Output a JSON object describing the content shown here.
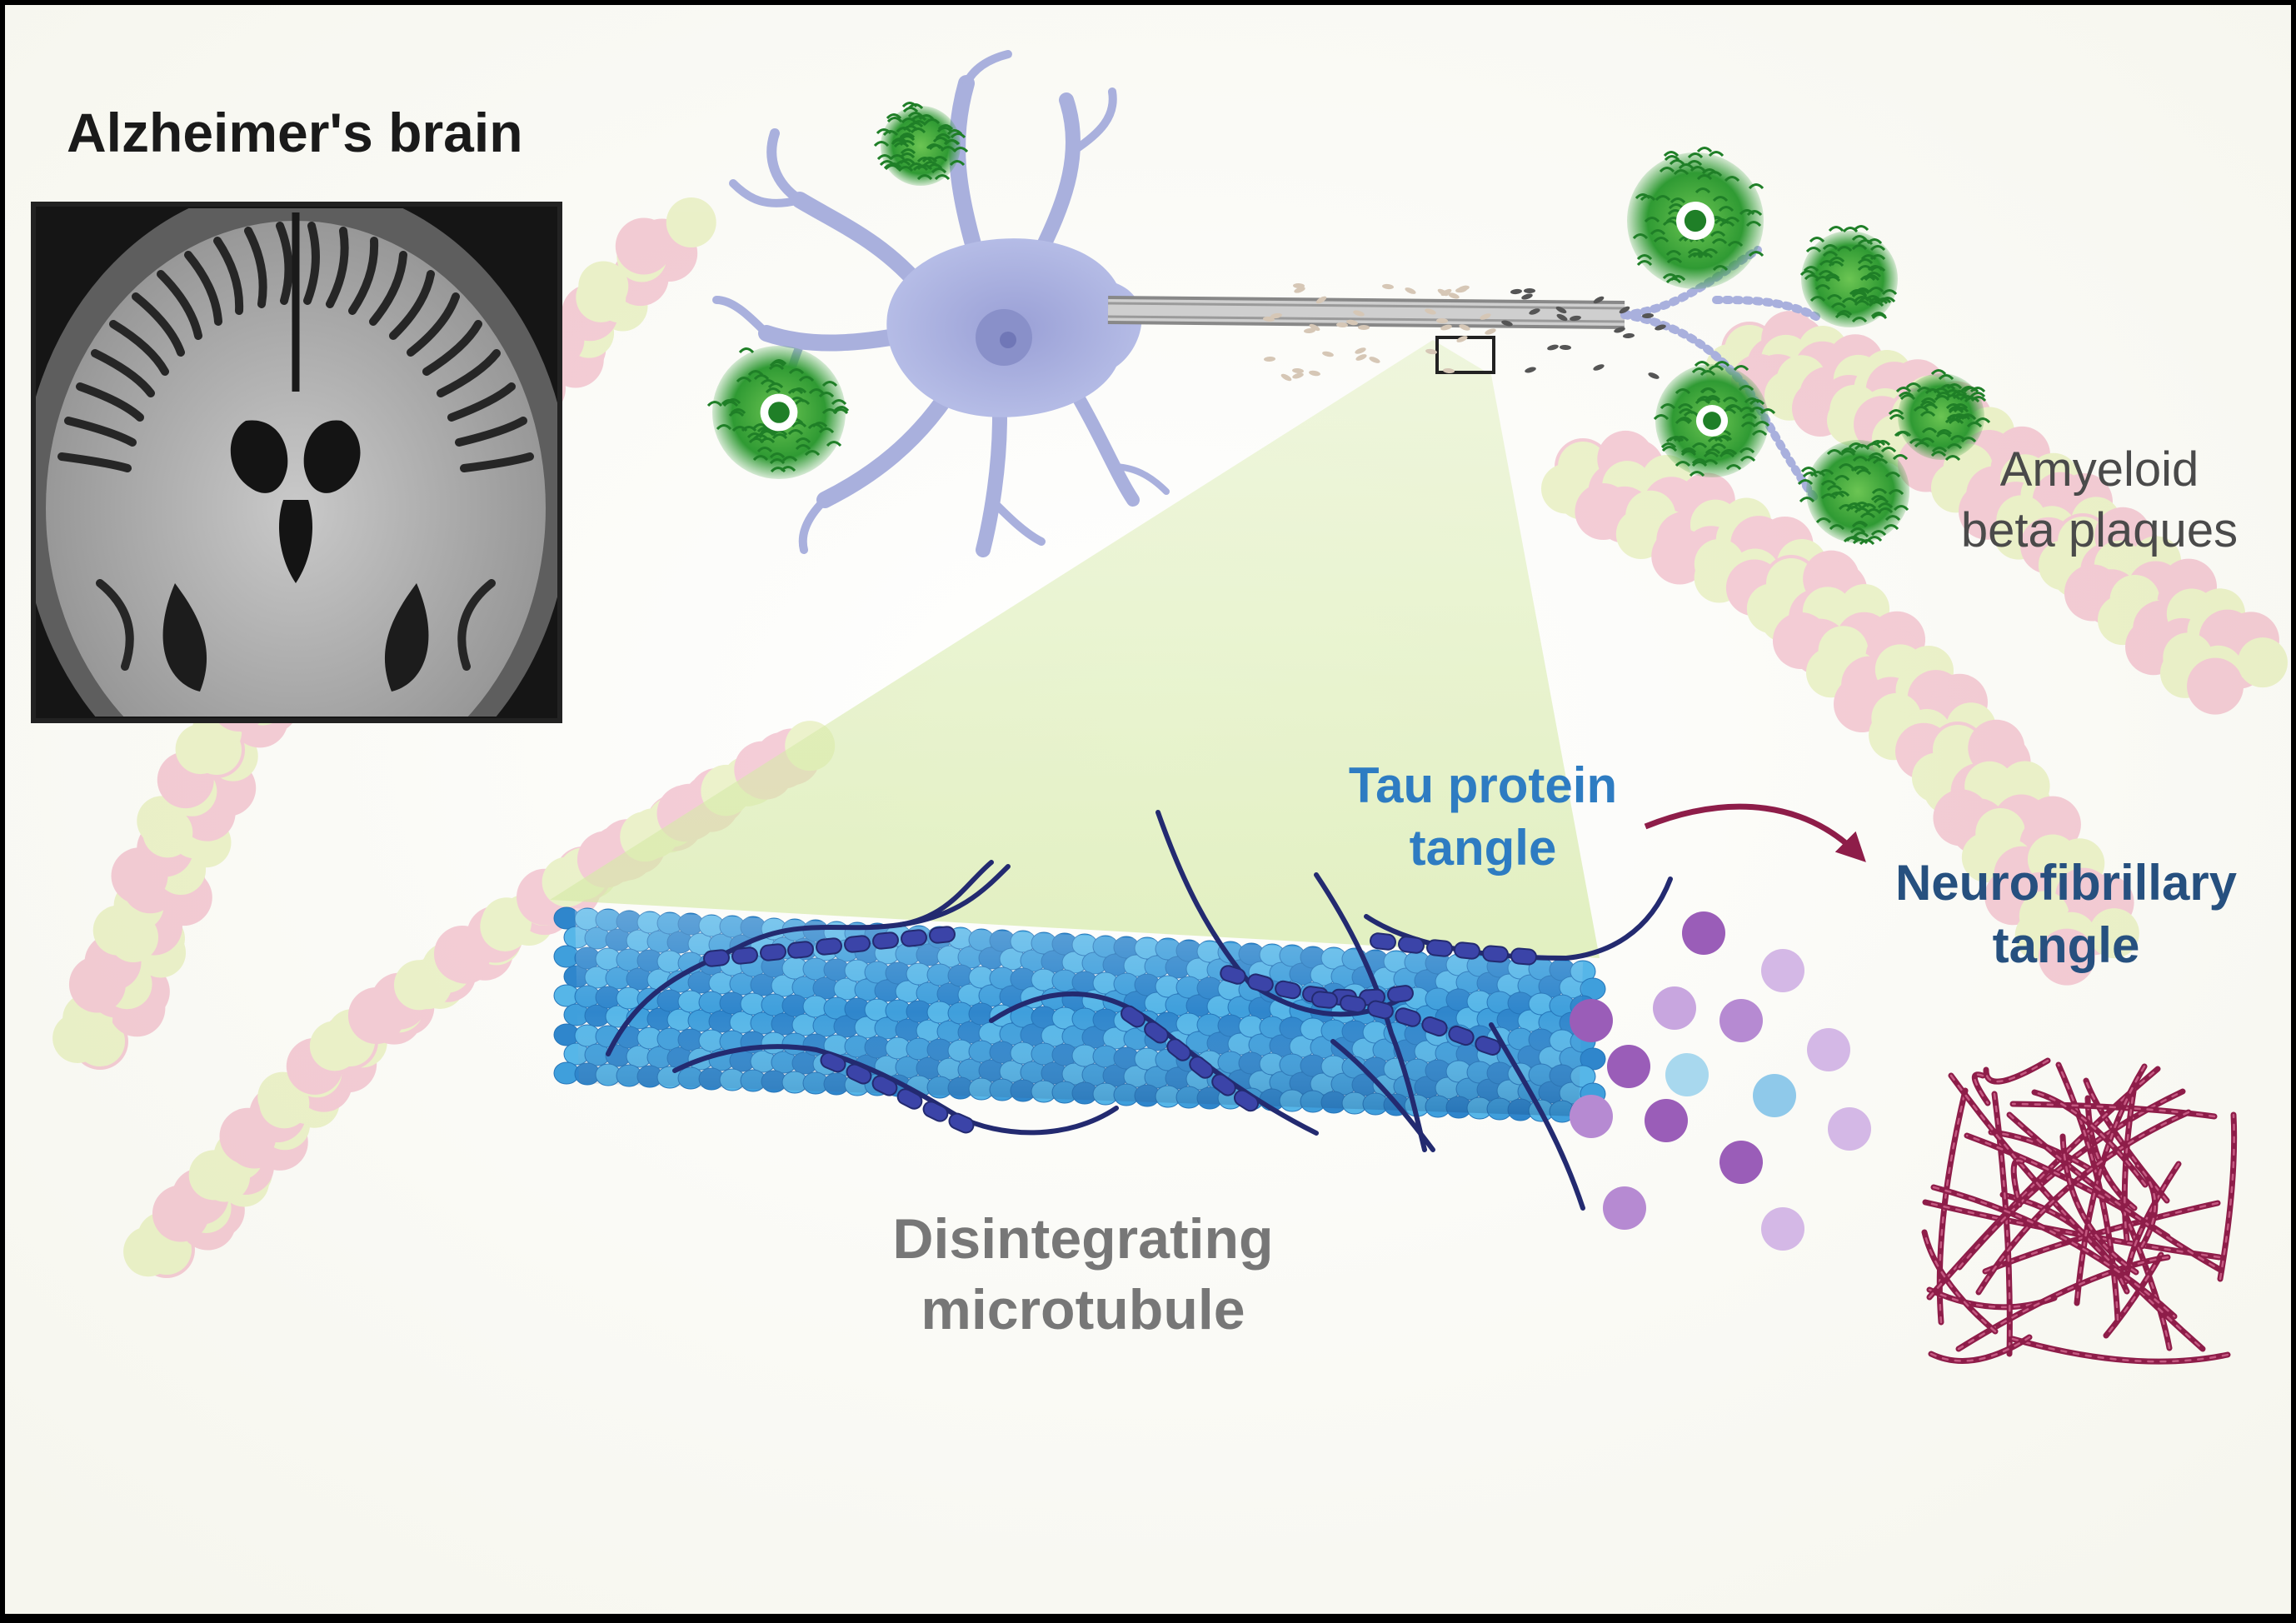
{
  "labels": {
    "brain_title": "Alzheimer's brain",
    "amyloid_line1": "Amyeloid",
    "amyloid_line2": "beta plaques",
    "tau_line1": "Tau protein",
    "tau_line2": "tangle",
    "nft_line1": "Neurofibrillary",
    "nft_line2": "tangle",
    "micro_line1": "Disintegrating",
    "micro_line2": "microtubule"
  },
  "colors": {
    "frame": "#000000",
    "background": "#fbfbf6",
    "neuron": "#a9b0dd",
    "plaque": "#3aa336",
    "microtubule": "#3fa0dc",
    "tau": "#2d358f",
    "tau_label": "#2e7cc2",
    "nft_label": "#26507f",
    "nft_fibers": "#8e1d49",
    "arrow": "#8e1d49",
    "fragments": "#9a5db8"
  }
}
